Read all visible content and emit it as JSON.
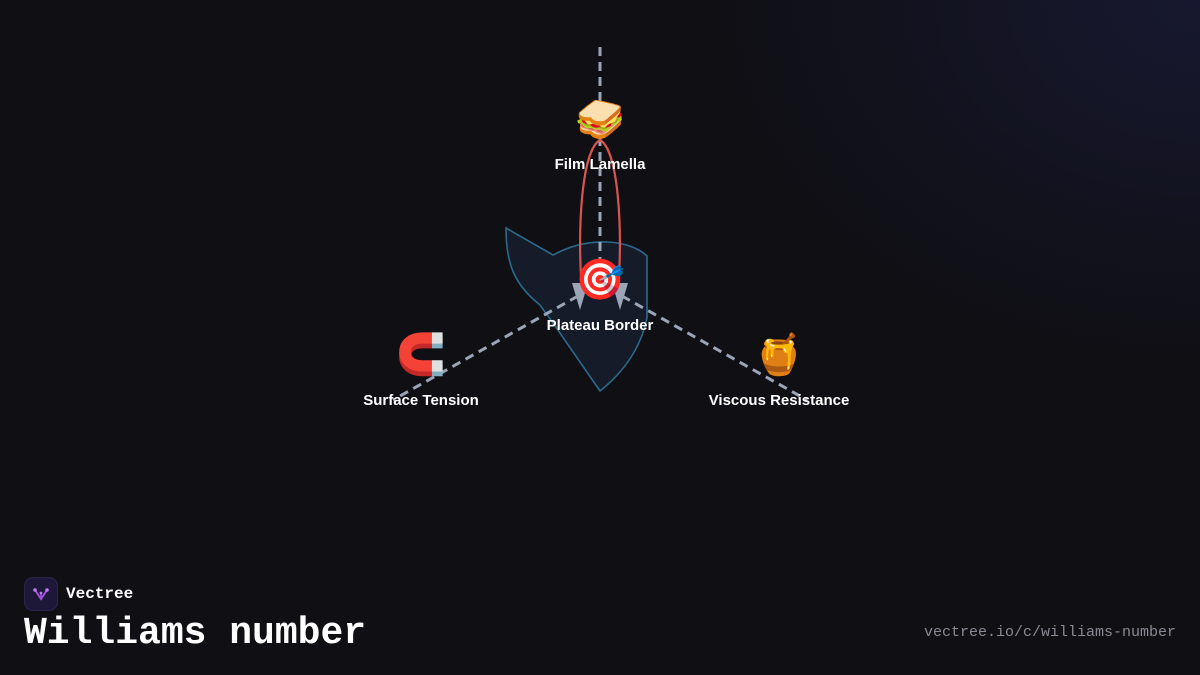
{
  "brand": {
    "name": "Vectree",
    "logo_icon": "vectree-logo-icon"
  },
  "page": {
    "title": "Williams number",
    "url": "vectree.io/c/williams-number"
  },
  "colors": {
    "background": "#0f0f14",
    "connector": "#9aa5b8",
    "loop": "#d9534f",
    "region_stroke": "#2a6a8c",
    "region_fill": "#161d2c",
    "label": "#ffffff"
  },
  "diagram": {
    "nodes": [
      {
        "id": "film",
        "label": "Film Lamella",
        "emoji": "🥪",
        "icon": "sandwich-icon"
      },
      {
        "id": "plateau",
        "label": "Plateau Border",
        "emoji": "🎯",
        "icon": "target-icon"
      },
      {
        "id": "tension",
        "label": "Surface Tension",
        "emoji": "🧲",
        "icon": "magnet-icon"
      },
      {
        "id": "viscous",
        "label": "Viscous Resistance",
        "emoji": "🍯",
        "icon": "honey-pot-icon"
      }
    ]
  }
}
